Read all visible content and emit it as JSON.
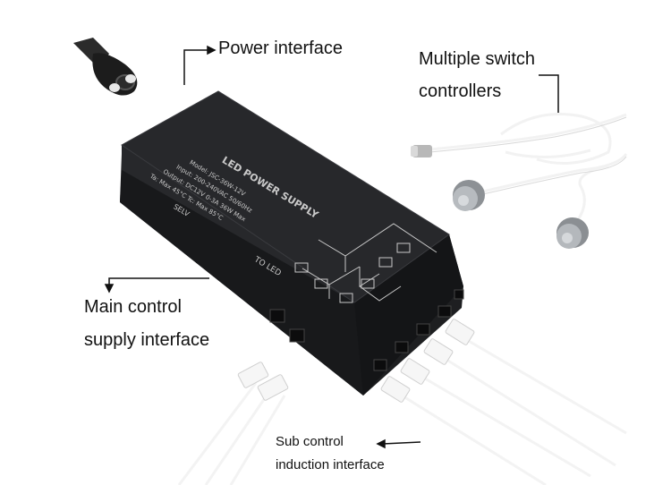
{
  "labels": {
    "power_interface": "Power interface",
    "multiple_switch_line1": "Multiple switch",
    "multiple_switch_line2": "controllers",
    "main_control_line1": "Main control",
    "main_control_line2": "supply interface",
    "sub_control_line1": "Sub control",
    "sub_control_line2": "induction interface"
  },
  "device": {
    "title": "LED POWER SUPPLY",
    "specs": [
      "Model: JSC-36W-12V",
      "Input: 200-240VAC 50/60Hz",
      "Output: DC12V 0-3A 36W Max",
      "Ta: Max 45°C  Tc: Max 85°C"
    ],
    "selv": "SELV",
    "to_led": "TO LED"
  },
  "colors": {
    "case": "#1e1f21",
    "case_top": "#2a2b2e",
    "cable": "#f4f4f4",
    "sensor": "#9ea2a6",
    "text": "#111111"
  }
}
